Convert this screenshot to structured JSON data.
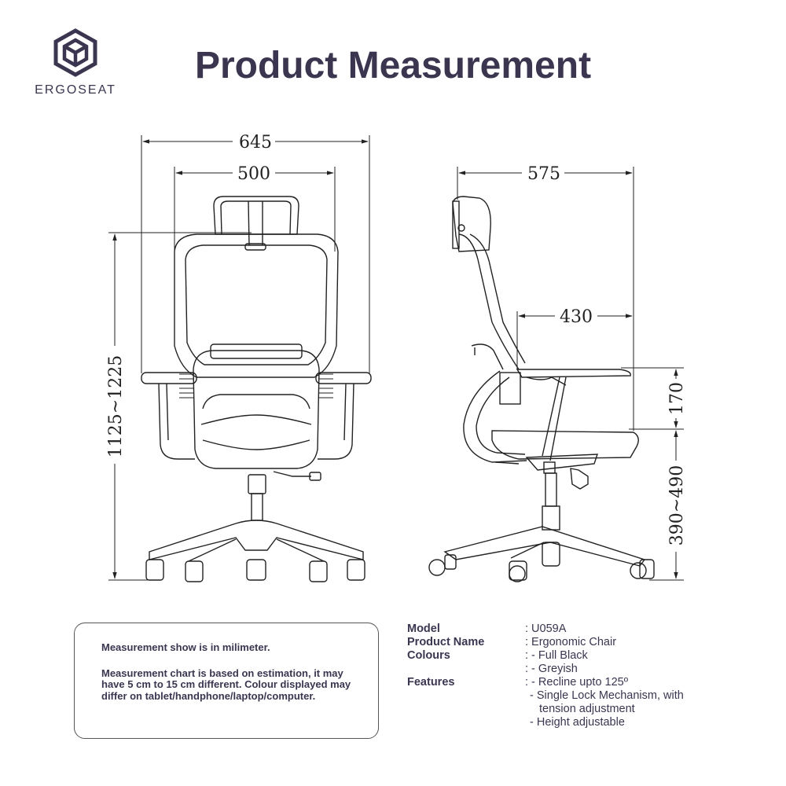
{
  "brand": {
    "name": "ERGOSEAT",
    "logo_icon": "cube-hexagon-icon"
  },
  "title": "Product Measurement",
  "dimensions": {
    "front_overall_width": "645",
    "front_seat_width": "500",
    "front_height_range": "1125~1225",
    "side_depth": "575",
    "side_seat_depth": "430",
    "side_armrest_height": "170",
    "side_seat_height_range": "390~490"
  },
  "notes": {
    "line1": "Measurement show is in milimeter.",
    "line2": "Measurement chart is based on estimation, it may have 5 cm to 15 cm different. Colour displayed may differ on tablet/handphone/laptop/computer."
  },
  "specs": {
    "model_label": "Model",
    "model_value": ": U059A",
    "product_name_label": "Product Name",
    "product_name_value": ": Ergonomic Chair",
    "colours_label": "Colours",
    "colour_1": ": - Full Black",
    "colour_2": ": - Greyish",
    "features_label": "Features",
    "feature_1": ": - Recline upto 125º",
    "feature_2": "- Single Lock Mechanism, with",
    "feature_2b": "tension adjustment",
    "feature_3": "- Height adjustable"
  }
}
